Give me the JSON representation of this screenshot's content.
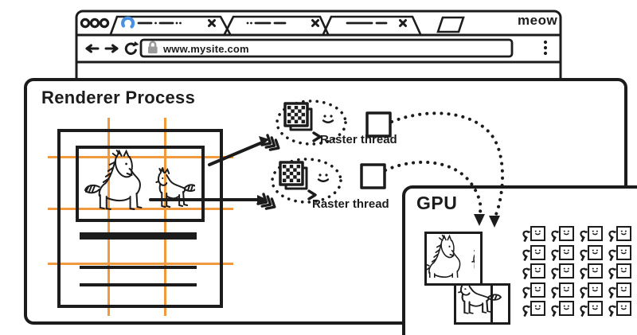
{
  "colors": {
    "ink": "#1c1c1c",
    "orange": "#f0993e",
    "blue": "#4a90e2",
    "gray": "#9b9b9b",
    "bg": "#ffffff"
  },
  "browser": {
    "url": "www.mysite.com",
    "signature": "meow"
  },
  "renderer": {
    "title": "Renderer Process"
  },
  "raster_threads": [
    {
      "label": "Raster thread"
    },
    {
      "label": "Raster thread"
    }
  ],
  "gpu": {
    "title": "GPU",
    "tile_grid": {
      "rows": 5,
      "cols": 4
    }
  }
}
